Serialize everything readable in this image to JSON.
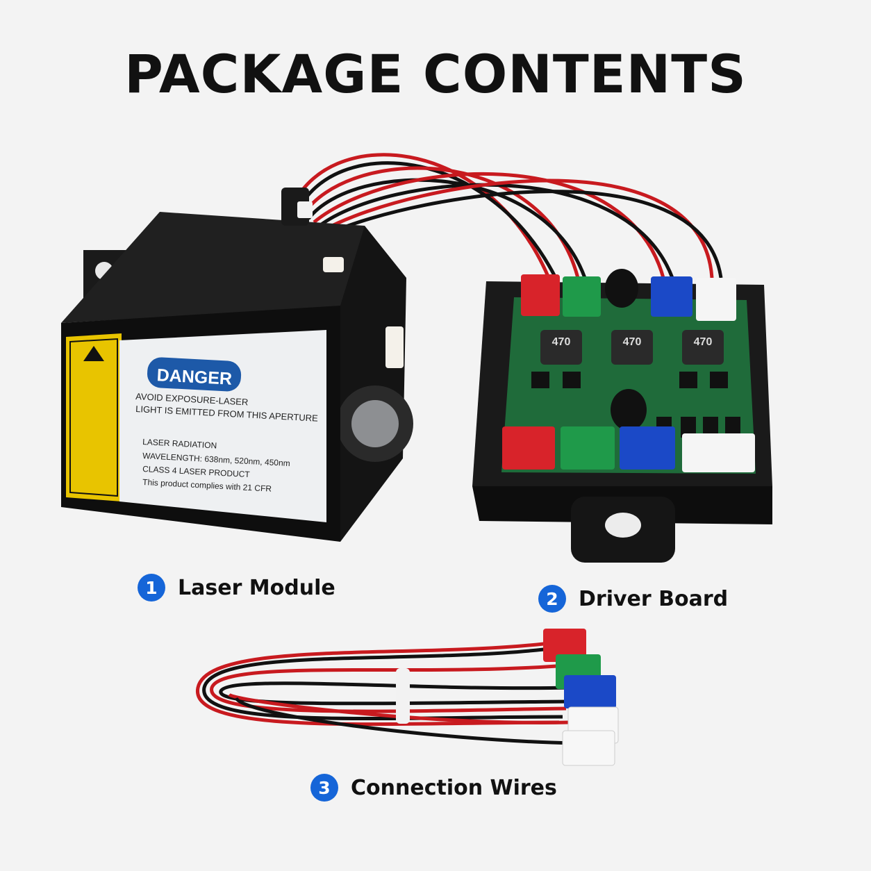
{
  "page": {
    "title": "PACKAGE CONTENTS"
  },
  "items": [
    {
      "number": "1",
      "label": "Laser Module"
    },
    {
      "number": "2",
      "label": "Driver Board"
    },
    {
      "number": "3",
      "label": "Connection Wires"
    }
  ],
  "laser_label": {
    "danger": "DANGER",
    "line1": "AVOID EXPOSURE-LASER",
    "line2": "LIGHT IS EMITTED FROM THIS APERTURE",
    "line3": "LASER RADIATION",
    "line4": "WAVELENGTH: 638nm, 520nm, 450nm",
    "line5": "CLASS 4 LASER PRODUCT",
    "line6": "This product complies with 21 CFR"
  },
  "driver_board": {
    "inductor_label": "470"
  },
  "colors": {
    "badge": "#1565d8",
    "connector_red": "#d8232a",
    "connector_green": "#1f9a4a",
    "connector_blue": "#1b49c7",
    "pcb_green": "#1f6b3a"
  }
}
